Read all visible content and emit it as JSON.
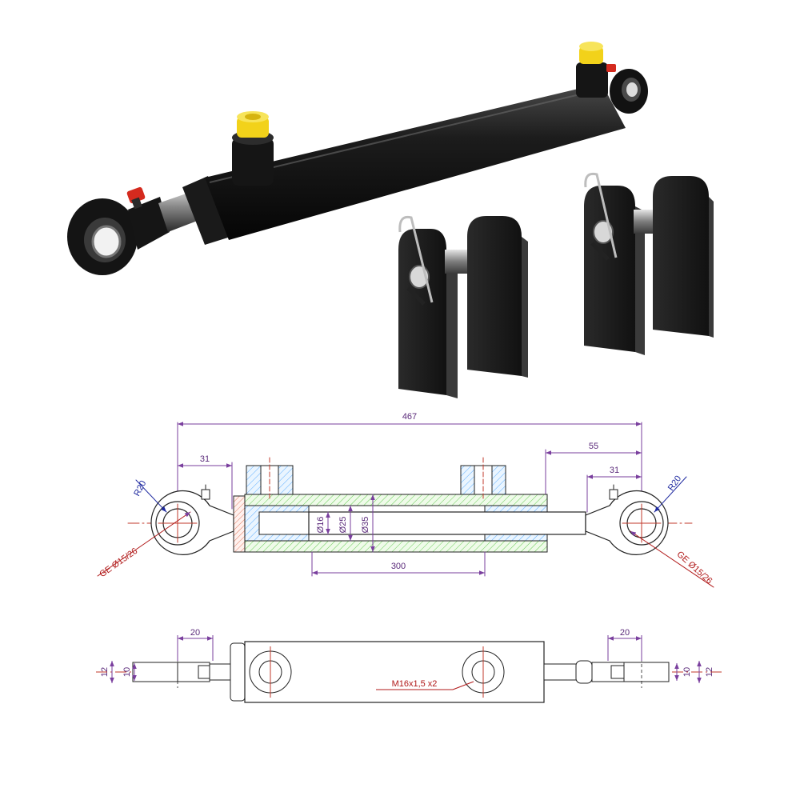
{
  "dimensions": {
    "overall_length": "467",
    "eye_offset_left": "31",
    "eye_offset_right": "31",
    "end_offset_right": "55",
    "stroke": "300",
    "rod_diameter": "Ø16",
    "inner_diameter": "Ø25",
    "bore_diameter": "Ø35",
    "eye_radius_left": "R20",
    "eye_radius_right": "R20",
    "bearing_left": "GE Ø15/26",
    "bearing_right": "GE Ø15/26",
    "eye_width_left": "20",
    "eye_width_right": "20",
    "eye_thickness_outer_left": "12",
    "eye_thickness_inner_left": "10",
    "eye_thickness_outer_right": "12",
    "eye_thickness_inner_right": "10",
    "port_thread": "M16x1,5 x2"
  },
  "colors": {
    "cylinder_body": "#161616",
    "port_cap": "#f2d21a",
    "fitting": "#d42a1e",
    "dim_line": "#7a3f9e",
    "centerline": "#c0392b",
    "hatch_blue": "#55aaff",
    "hatch_green": "#66cc55"
  }
}
